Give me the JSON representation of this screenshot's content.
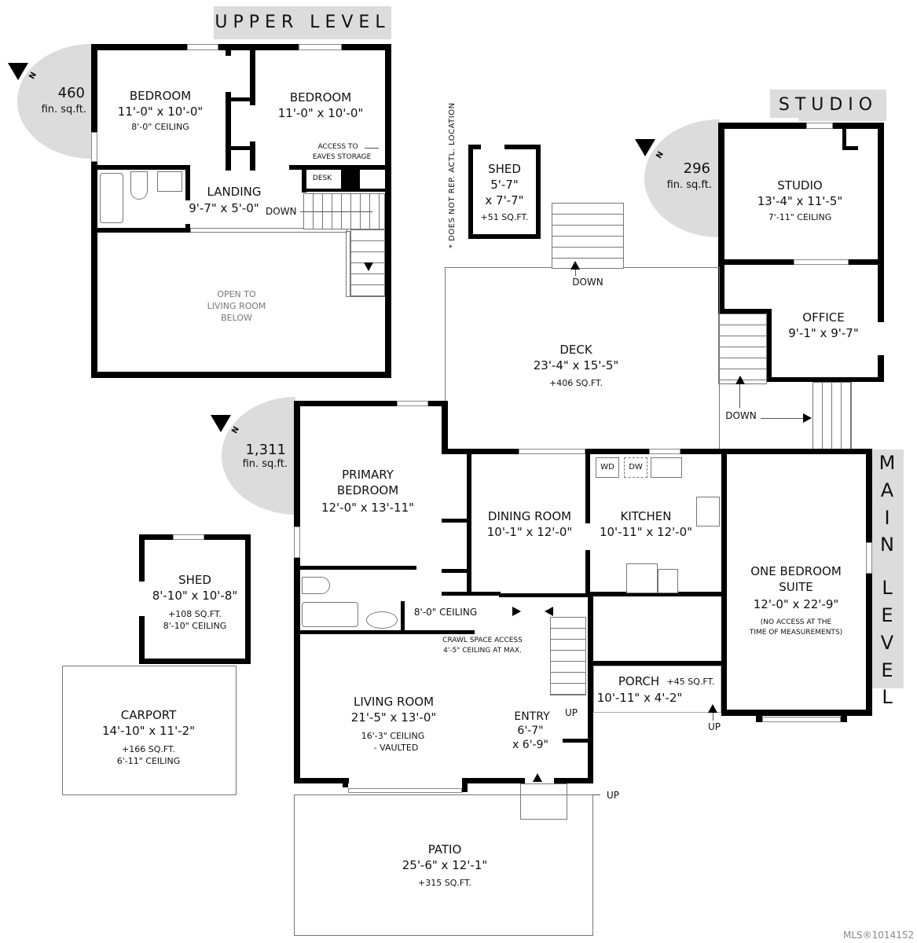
{
  "levels": {
    "upper": {
      "title": "UPPER LEVEL",
      "area_value": "460",
      "area_unit": "fin. sq.ft."
    },
    "studio": {
      "title": "STUDIO",
      "area_value": "296",
      "area_unit": "fin. sq.ft."
    },
    "main": {
      "title": "MAIN LEVEL",
      "letters": [
        "M",
        "A",
        "I",
        "N",
        "",
        "L",
        "E",
        "V",
        "E",
        "L"
      ],
      "area_value": "1,311",
      "area_unit": "fin. sq.ft."
    }
  },
  "compass": {
    "letter": "N"
  },
  "rooms": {
    "upper_bedroom_1": {
      "name": "BEDROOM",
      "dims": "11'-0\" x 10'-0\"",
      "note": "8'-0\" CEILING"
    },
    "upper_bedroom_2": {
      "name": "BEDROOM",
      "dims": "11'-0\" x 10'-0\""
    },
    "eaves_note": {
      "line1": "ACCESS TO",
      "line2": "EAVES STORAGE"
    },
    "desk": {
      "name": "DESK"
    },
    "landing": {
      "name": "LANDING",
      "dims": "9'-7\" x 5'-0\"",
      "stairs": "DOWN"
    },
    "open_to_living": {
      "line1": "OPEN TO",
      "line2": "LIVING ROOM",
      "line3": "BELOW"
    },
    "shed_small": {
      "name": "SHED",
      "dims1": "5'-7\"",
      "dims2": "x 7'-7\"",
      "area": "+51 SQ.FT."
    },
    "shed_note": "* DOES NOT REP. ACTL. LOCATION",
    "studio": {
      "name": "STUDIO",
      "dims": "13'-4\" x 11'-5\"",
      "note": "7'-11\" CEILING"
    },
    "office": {
      "name": "OFFICE",
      "dims": "9'-1\" x 9'-7\""
    },
    "deck": {
      "name": "DECK",
      "dims": "23'-4\" x 15'-5\"",
      "area": "+406 SQ.FT.",
      "stairs_top": "DOWN",
      "stairs_right": "DOWN"
    },
    "primary_bedroom": {
      "name1": "PRIMARY",
      "name2": "BEDROOM",
      "dims": "12'-0\" x 13'-11\""
    },
    "dining_room": {
      "name": "DINING ROOM",
      "dims": "10'-1\" x 12'-0\""
    },
    "kitchen": {
      "name": "KITCHEN",
      "dims": "10'-11\" x 12'-0\"",
      "wd": "WD",
      "dw": "DW"
    },
    "suite": {
      "name1": "ONE BEDROOM",
      "name2": "SUITE",
      "dims": "12'-0\" x 22'-9\"",
      "note1": "(NO ACCESS AT THE",
      "note2": "TIME OF MEASUREMENTS)"
    },
    "hall_ceiling": {
      "note": "8'-0\" CEILING"
    },
    "crawl_space": {
      "line1": "CRAWL SPACE ACCESS",
      "line2": "4'-5\" CEILING AT MAX."
    },
    "porch": {
      "name": "PORCH",
      "dims": "10'-11\" x 4'-2\"",
      "area": "+45 SQ.FT.",
      "stairs": "UP"
    },
    "living_room": {
      "name": "LIVING ROOM",
      "dims": "21'-5\" x 13'-0\"",
      "note1": "16'-3\" CEILING",
      "note2": "- VAULTED"
    },
    "entry": {
      "name": "ENTRY",
      "dims1": "6'-7\"",
      "dims2": "x 6'-9\"",
      "stairs_inner": "UP",
      "stairs_outer": "UP"
    },
    "shed_large": {
      "name": "SHED",
      "dims": "8'-10\" x 10'-8\"",
      "area": "+108 SQ.FT.",
      "note": "8'-10\" CEILING"
    },
    "carport": {
      "name": "CARPORT",
      "dims": "14'-10\" x 11'-2\"",
      "area": "+166 SQ.FT.",
      "note": "6'-11\" CEILING"
    },
    "patio": {
      "name": "PATIO",
      "dims": "25'-6\" x 12'-1\"",
      "area": "+315 SQ.FT."
    }
  },
  "watermark": "MLS®1014152"
}
